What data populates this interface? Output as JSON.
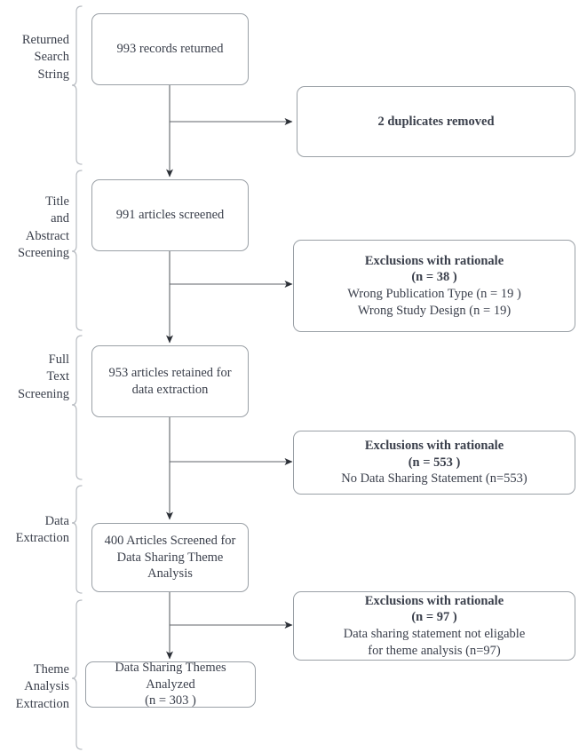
{
  "diagram": {
    "title": "PRISMA study selection flow diagram",
    "type": "flowchart",
    "colors": {
      "text": "#3a3f4b",
      "box_border": "#9aa0a6",
      "connector": "#5f6368",
      "brace": "#b8bcc2",
      "background": "#ffffff"
    },
    "stage_labels": [
      {
        "id": "stage-returned-search-string",
        "text": "Returned\nSearch\nString"
      },
      {
        "id": "stage-title-abstract-screening",
        "text": "Title\nand\nAbstract\nScreening"
      },
      {
        "id": "stage-full-text-screening",
        "text": "Full\nText\nScreening"
      },
      {
        "id": "stage-data-extraction",
        "text": "Data\nExtraction"
      },
      {
        "id": "stage-theme-analysis-extraction",
        "text": "Theme\nAnalysis\nExtraction"
      }
    ],
    "main_nodes": [
      {
        "id": "node-records-returned",
        "lines": [
          {
            "text": "993 records returned",
            "bold": false
          }
        ]
      },
      {
        "id": "node-articles-screened",
        "lines": [
          {
            "text": "991 articles screened",
            "bold": false
          }
        ]
      },
      {
        "id": "node-articles-retained",
        "lines": [
          {
            "text": "953 articles retained for",
            "bold": false
          },
          {
            "text": "data extraction",
            "bold": false
          }
        ]
      },
      {
        "id": "node-articles-theme-screened",
        "lines": [
          {
            "text": "400 Articles Screened for",
            "bold": false
          },
          {
            "text": "Data Sharing Theme",
            "bold": false
          },
          {
            "text": "Analysis",
            "bold": false
          }
        ]
      },
      {
        "id": "node-themes-analyzed",
        "lines": [
          {
            "text": "Data Sharing Themes",
            "bold": false
          },
          {
            "text": "Analyzed",
            "bold": false
          },
          {
            "text": "(n = 303 )",
            "bold": false
          }
        ]
      }
    ],
    "exclusion_nodes": [
      {
        "id": "node-duplicates-removed",
        "lines": [
          {
            "text": "2 duplicates removed",
            "bold": true
          }
        ]
      },
      {
        "id": "node-exclusions-title-abstract",
        "lines": [
          {
            "text": "Exclusions with rationale",
            "bold": true
          },
          {
            "text": "(n = 38 )",
            "bold": true
          },
          {
            "text": "Wrong Publication Type (n = 19 )",
            "bold": false
          },
          {
            "text": "Wrong Study Design (n = 19)",
            "bold": false
          }
        ]
      },
      {
        "id": "node-exclusions-full-text",
        "lines": [
          {
            "text": "Exclusions with rationale",
            "bold": true
          },
          {
            "text": "(n = 553 )",
            "bold": true
          },
          {
            "text": "No Data Sharing Statement (n=553)",
            "bold": false
          }
        ]
      },
      {
        "id": "node-exclusions-theme",
        "lines": [
          {
            "text": "Exclusions with rationale",
            "bold": true
          },
          {
            "text": "(n = 97 )",
            "bold": true
          },
          {
            "text": "Data sharing statement not eligable",
            "bold": false
          },
          {
            "text": "for theme analysis (n=97)",
            "bold": false
          }
        ]
      }
    ],
    "flow_counts": {
      "records_returned": 993,
      "duplicates_removed": 2,
      "articles_screened": 991,
      "excluded_title_abstract": 38,
      "excluded_wrong_publication_type": 19,
      "excluded_wrong_study_design": 19,
      "articles_retained": 953,
      "excluded_no_data_sharing_statement": 553,
      "articles_theme_screened": 400,
      "excluded_not_eligable_for_theme": 97,
      "themes_analyzed": 303
    }
  }
}
